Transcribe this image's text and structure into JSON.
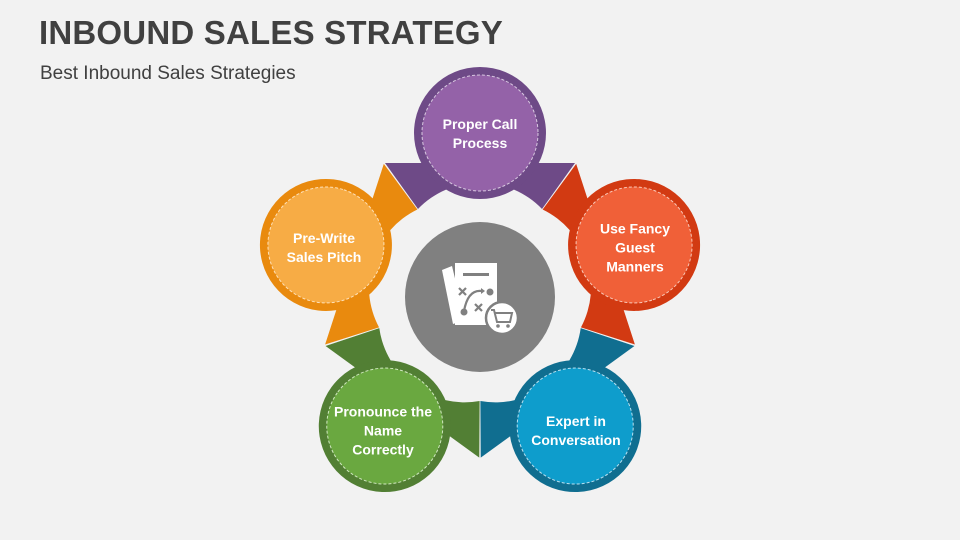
{
  "header": {
    "title": "INBOUND SALES STRATEGY",
    "subtitle": "Best Inbound Sales Strategies"
  },
  "center": {
    "icon": "strategy-plan-cart-icon",
    "color": "#808080"
  },
  "items": [
    {
      "label": "Proper Call Process",
      "position": "top",
      "outer_color": "#6e4a87",
      "inner_color": "#9462a8"
    },
    {
      "label": "Use Fancy Guest Manners",
      "position": "right",
      "outer_color": "#d23a12",
      "inner_color": "#f06038"
    },
    {
      "label": "Expert in Conversation",
      "position": "bottom-right",
      "outer_color": "#106e90",
      "inner_color": "#0e9dcc"
    },
    {
      "label": "Pronounce the Name Correctly",
      "position": "bottom-left",
      "outer_color": "#527f34",
      "inner_color": "#6aa840"
    },
    {
      "label": "Pre-Write Sales Pitch",
      "position": "left",
      "outer_color": "#e98a0e",
      "inner_color": "#f7ac45"
    }
  ]
}
